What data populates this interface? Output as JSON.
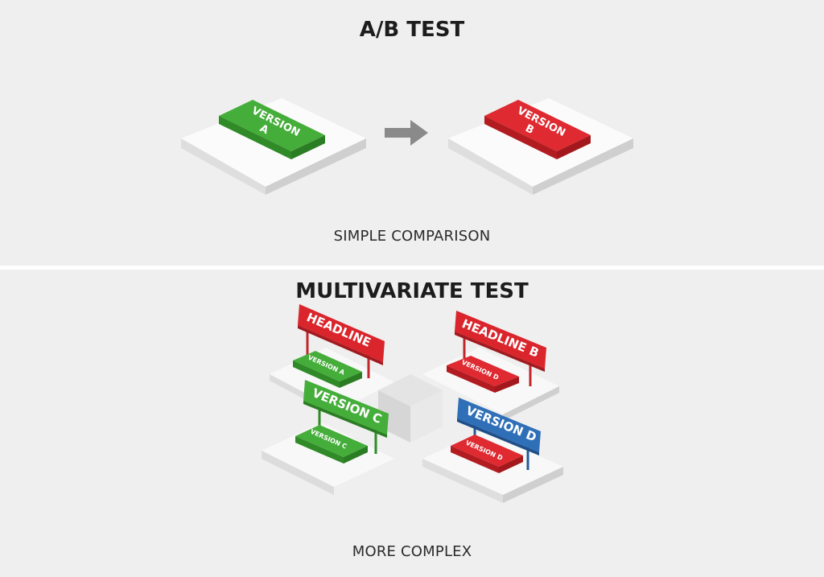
{
  "ab_test": {
    "title": "A/B TEST",
    "caption": "SIMPLE COMPARISON",
    "variants": [
      {
        "line1": "VERSION",
        "line2": "A",
        "color": "#3fa535"
      },
      {
        "line1": "VERSION",
        "line2": "B",
        "color": "#d9252b"
      }
    ],
    "arrow": "arrow-right-icon"
  },
  "multivariate_test": {
    "title": "MULTIVARIATE TEST",
    "caption": "MORE COMPLEX",
    "cells": [
      {
        "sign": "HEADLINE",
        "sign_color": "#d9252b",
        "button": "VERSION A",
        "button_color": "#3fa535"
      },
      {
        "sign": "HEADLINE B",
        "sign_color": "#d9252b",
        "button": "VERSION D",
        "button_color": "#d9252b"
      },
      {
        "sign": "VERSION C",
        "sign_color": "#3fa535",
        "button": "VERSION C",
        "button_color": "#3fa535"
      },
      {
        "sign": "VERSION D",
        "sign_color": "#2f6fb8",
        "button": "VERSION D",
        "button_color": "#d9252b"
      }
    ]
  },
  "colors": {
    "background": "#efefef",
    "green": "#3fa535",
    "red": "#d9252b",
    "blue": "#2f6fb8",
    "arrow": "#8a8a8a",
    "platform_top": "#fafafa",
    "platform_side": "#d8d8d8"
  }
}
